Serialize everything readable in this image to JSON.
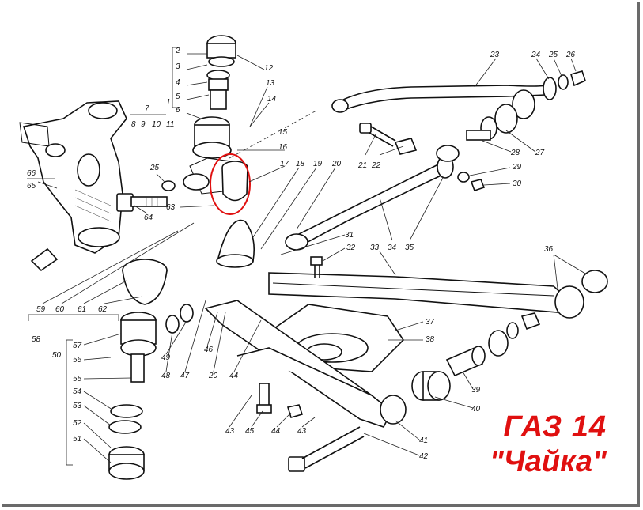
{
  "caption": {
    "model": "ГАЗ 14",
    "name": "\"Чайка\""
  },
  "callouts": [
    "1",
    "2",
    "3",
    "4",
    "5",
    "6",
    "7",
    "8",
    "9",
    "10",
    "11",
    "12",
    "13",
    "14",
    "15",
    "16",
    "17",
    "18",
    "19",
    "20",
    "21",
    "22",
    "23",
    "24",
    "25",
    "26",
    "27",
    "28",
    "29",
    "30",
    "31",
    "32",
    "33",
    "34",
    "35",
    "36",
    "37",
    "38",
    "39",
    "40",
    "41",
    "42",
    "43",
    "44",
    "45",
    "46",
    "47",
    "48",
    "49",
    "50",
    "51",
    "52",
    "53",
    "54",
    "55",
    "56",
    "57",
    "58",
    "59",
    "60",
    "61",
    "62",
    "63",
    "64",
    "65",
    "66"
  ],
  "colors": {
    "caption": "#e01010",
    "highlight": "#e01010",
    "line": "#111111"
  },
  "highlight": "red circle around part 17 (ball joint cup)"
}
